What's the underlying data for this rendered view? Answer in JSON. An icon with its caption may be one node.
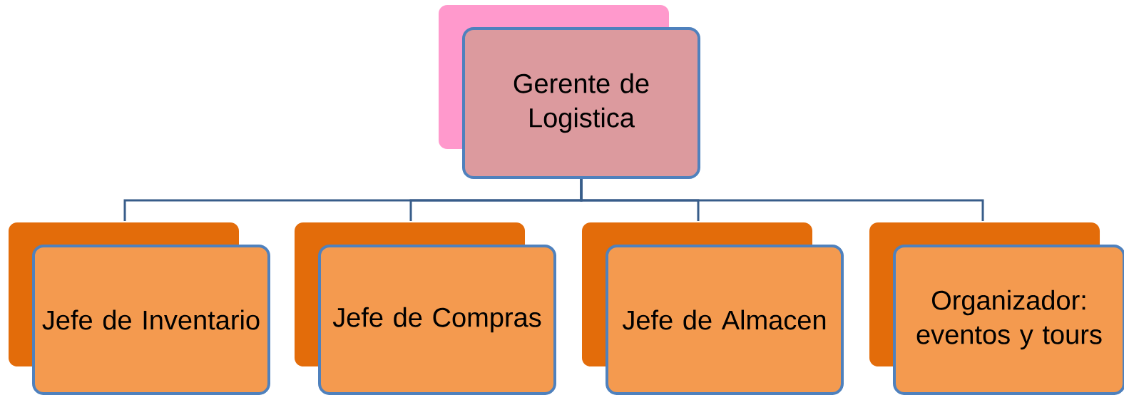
{
  "diagram": {
    "nodes": [
      {
        "text": [
          "Gerente de Logistica"
        ]
      },
      {
        "text": [
          "Jefe de Inventario"
        ]
      },
      {
        "text": [
          "Jefe de Compras"
        ]
      },
      {
        "text": [
          "Jefe de Almacen"
        ]
      },
      {
        "text": [
          "Organizador: eventos y tours"
        ]
      }
    ],
    "edges": [
      {
        "from": 0,
        "to": 1,
        "arrow": "none"
      },
      {
        "from": 0,
        "to": 2,
        "arrow": "none"
      },
      {
        "from": 0,
        "to": 3,
        "arrow": "none"
      },
      {
        "from": 0,
        "to": 4,
        "arrow": "none"
      }
    ]
  }
}
